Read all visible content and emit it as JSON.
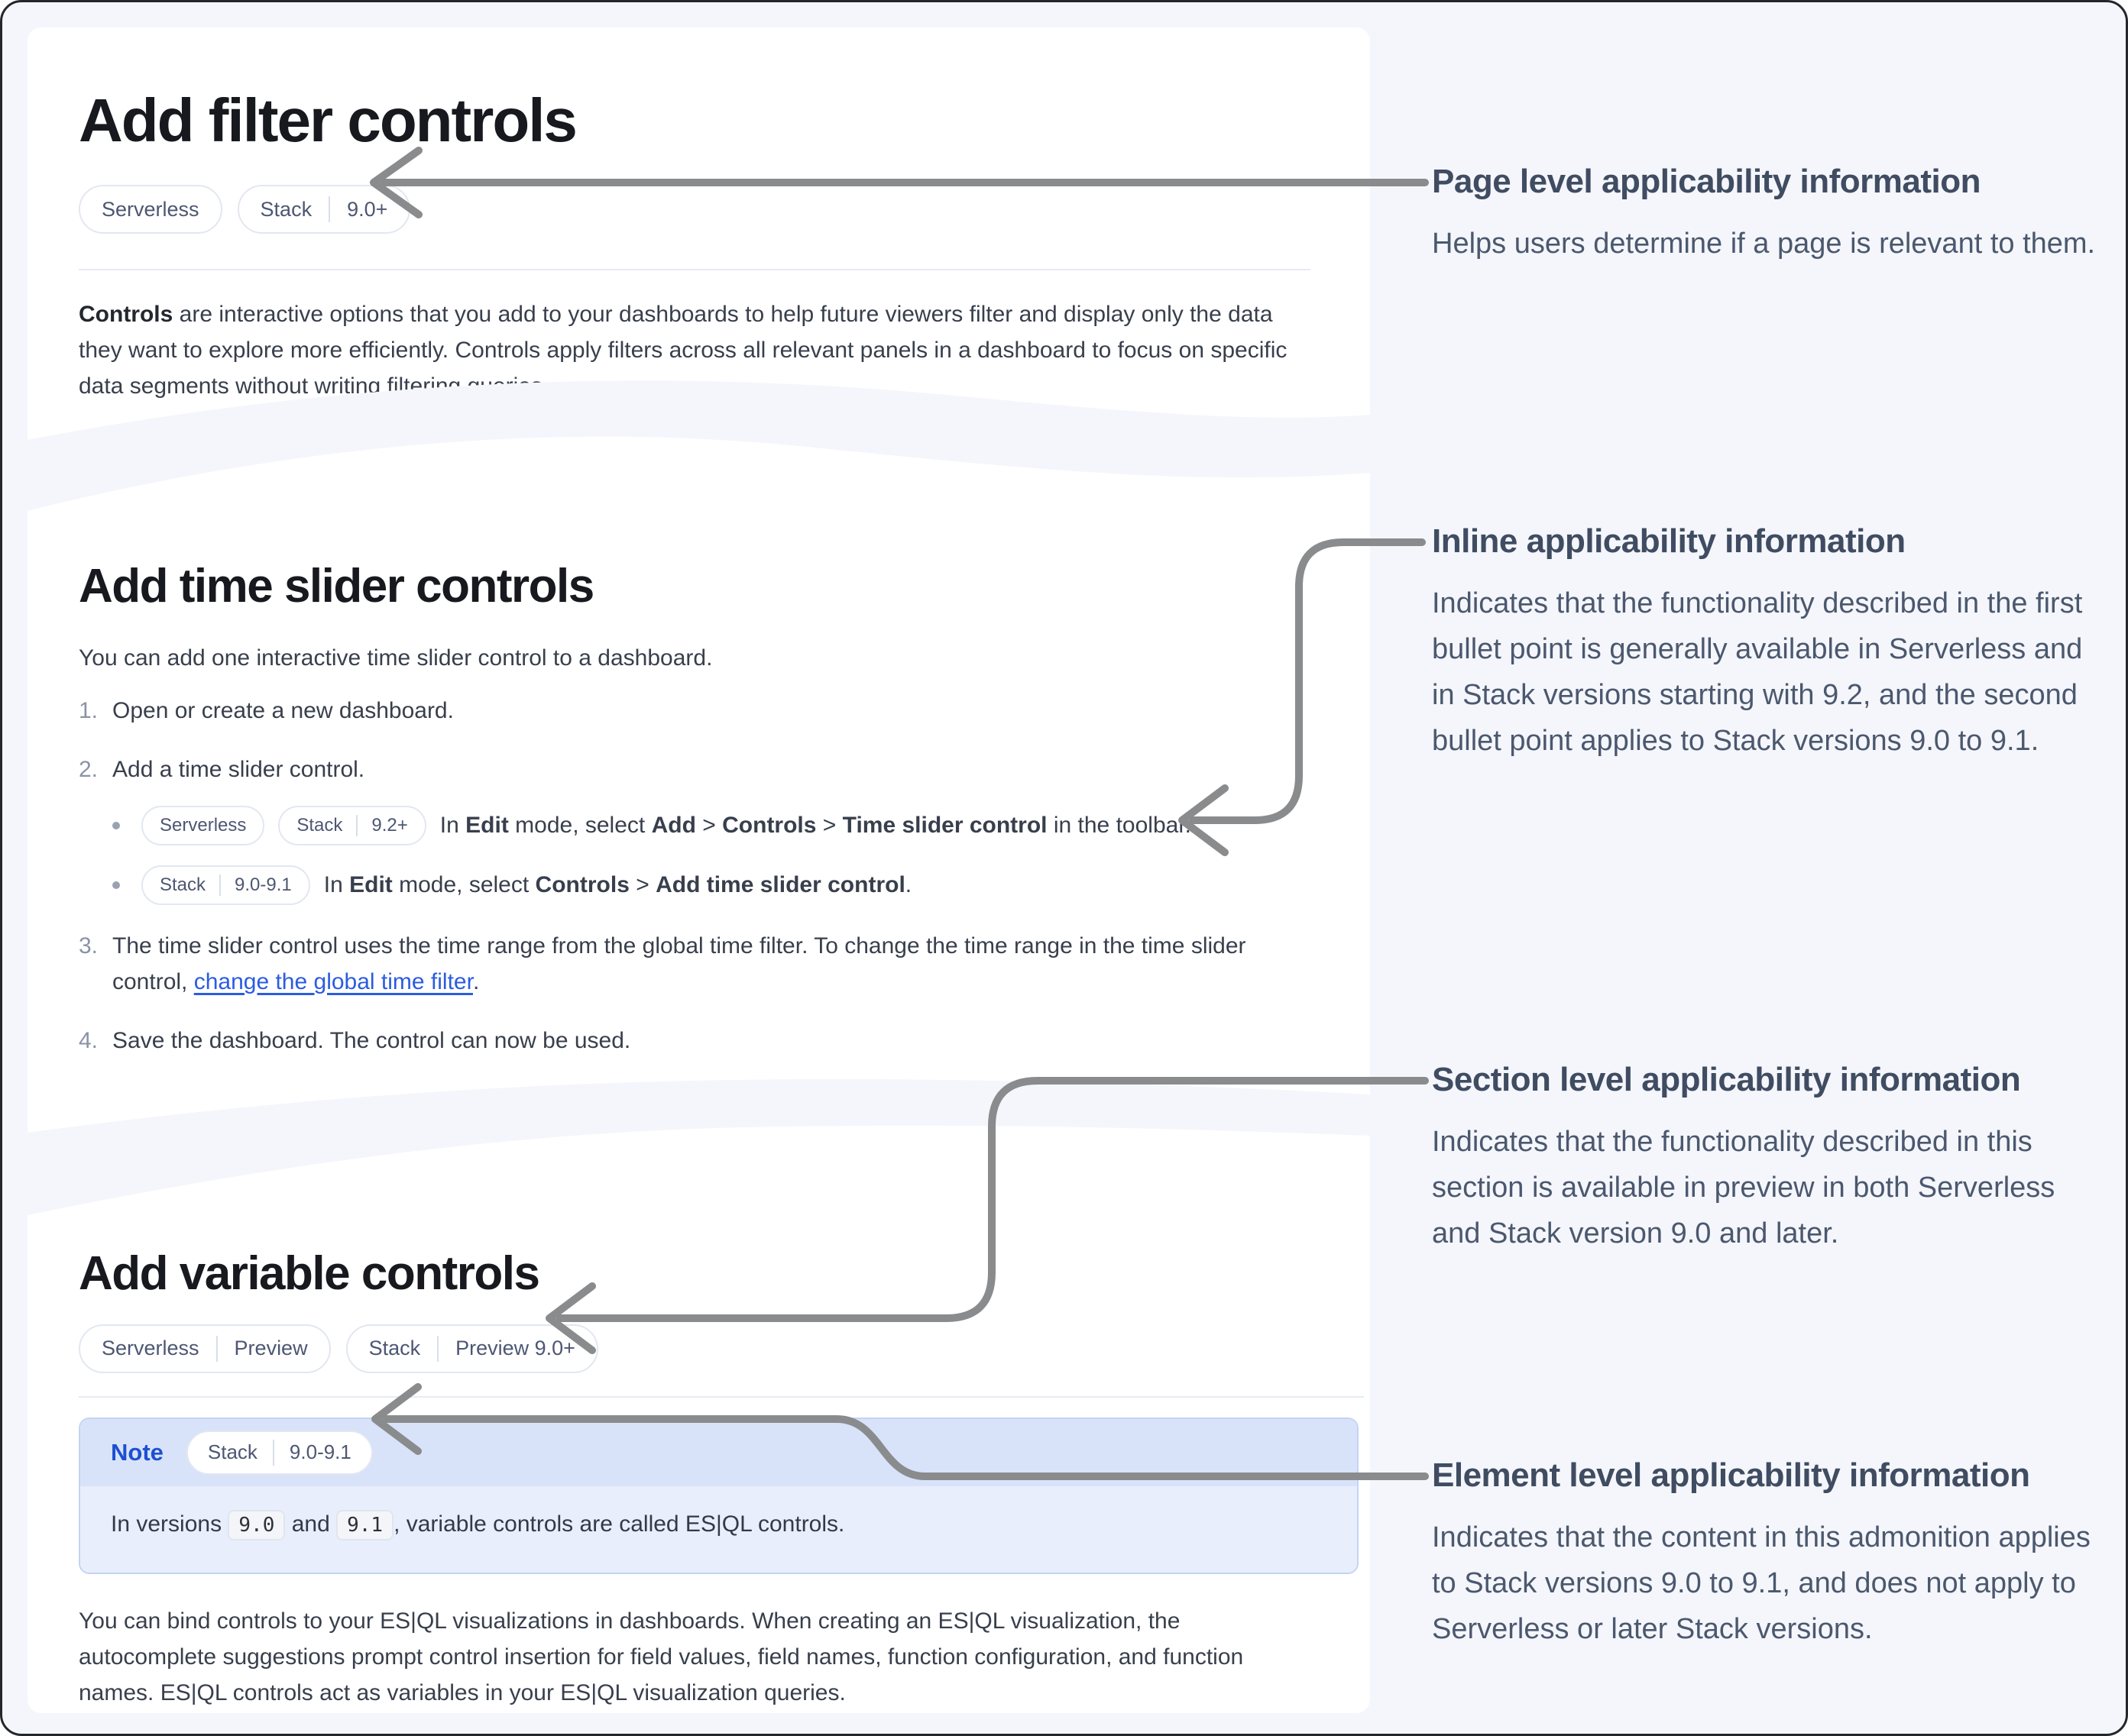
{
  "colors": {
    "page_background": "#f4f6fb",
    "card_background": "#ffffff",
    "heading_text": "#17191e",
    "body_text": "#383f4c",
    "annotation_text": "#4b586e",
    "link_blue": "#2b5ce0",
    "note_label_blue": "#1d4fd0",
    "note_header_background": "#d8e3fa",
    "note_body_background": "#e9eefc",
    "connector_gray": "#8a8b8c",
    "badge_border": "#e2e7f0",
    "badge_text": "#4d5773"
  },
  "doc": {
    "section1": {
      "title": "Add filter controls",
      "badges": {
        "serverless": "Serverless",
        "stack": "Stack",
        "stack_version": "9.0+"
      },
      "intro_rich": [
        {
          "t": "bold",
          "v": "Controls"
        },
        {
          "t": "text",
          "v": " are interactive options that you add to your dashboards to help future viewers filter and display only the data they want to explore more efficiently. Controls apply filters across all relevant panels in a dashboard to focus on specific data segments without writing filtering queries."
        }
      ]
    },
    "section2": {
      "title": "Add time slider controls",
      "intro": "You can add one interactive time slider control to a dashboard.",
      "step1": {
        "num": "1.",
        "text": "Open or create a new dashboard."
      },
      "step2": {
        "num": "2.",
        "text": "Add a time slider control."
      },
      "bullet_a": {
        "badges": {
          "serverless": "Serverless",
          "stack": "Stack",
          "stack_version": "9.2+"
        },
        "text_rich": [
          {
            "t": "text",
            "v": "In "
          },
          {
            "t": "bold",
            "v": "Edit"
          },
          {
            "t": "text",
            "v": " mode, select "
          },
          {
            "t": "bold",
            "v": "Add"
          },
          {
            "t": "text",
            "v": " > "
          },
          {
            "t": "bold",
            "v": "Controls"
          },
          {
            "t": "text",
            "v": " > "
          },
          {
            "t": "bold",
            "v": "Time slider control"
          },
          {
            "t": "text",
            "v": " in the toolbar."
          }
        ]
      },
      "bullet_b": {
        "badges": {
          "stack": "Stack",
          "stack_version": "9.0-9.1"
        },
        "text_rich": [
          {
            "t": "text",
            "v": "In "
          },
          {
            "t": "bold",
            "v": "Edit"
          },
          {
            "t": "text",
            "v": " mode, select "
          },
          {
            "t": "bold",
            "v": "Controls"
          },
          {
            "t": "text",
            "v": " > "
          },
          {
            "t": "bold",
            "v": "Add time slider control"
          },
          {
            "t": "text",
            "v": "."
          }
        ]
      },
      "step3": {
        "num": "3.",
        "text_rich": [
          {
            "t": "text",
            "v": "The time slider control uses the time range from the global time filter. To change the time range in the time slider control, "
          },
          {
            "t": "link",
            "v": "change the global time filter"
          },
          {
            "t": "text",
            "v": "."
          }
        ]
      },
      "step4": {
        "num": "4.",
        "text": "Save the dashboard. The control can now be used."
      }
    },
    "section3": {
      "title": "Add variable controls",
      "badges": {
        "serverless": "Serverless",
        "serverless_lifecycle": "Preview",
        "stack": "Stack",
        "stack_lifecycle": "Preview 9.0+"
      },
      "note": {
        "label": "Note",
        "badge": {
          "stack": "Stack",
          "stack_version": "9.0-9.1"
        },
        "body_rich": [
          {
            "t": "text",
            "v": "In versions "
          },
          {
            "t": "code",
            "v": "9.0"
          },
          {
            "t": "text",
            "v": " and "
          },
          {
            "t": "code",
            "v": "9.1"
          },
          {
            "t": "text",
            "v": ", variable controls are called ES|QL controls."
          }
        ]
      },
      "outro": "You can bind controls to your ES|QL visualizations in dashboards. When creating an ES|QL visualization, the autocomplete suggestions prompt control insertion for field values, field names, function configuration, and function names. ES|QL controls act as variables in your ES|QL visualization queries."
    }
  },
  "annotations": [
    {
      "title": "Page level applicability information",
      "body": "Helps users determine if a page is relevant to them."
    },
    {
      "title": "Inline applicability information",
      "body": "Indicates that the functionality described in the first bullet point is generally available in Serverless and in Stack versions starting with 9.2, and the second bullet point applies to Stack versions 9.0 to 9.1."
    },
    {
      "title": "Section level applicability information",
      "body": "Indicates that the functionality described in this section is available in preview in both Serverless and Stack version 9.0 and later."
    },
    {
      "title": "Element level applicability information",
      "body": "Indicates that the content in this admonition applies to Stack versions 9.0 to 9.1, and does not apply to Serverless or later Stack versions."
    }
  ]
}
